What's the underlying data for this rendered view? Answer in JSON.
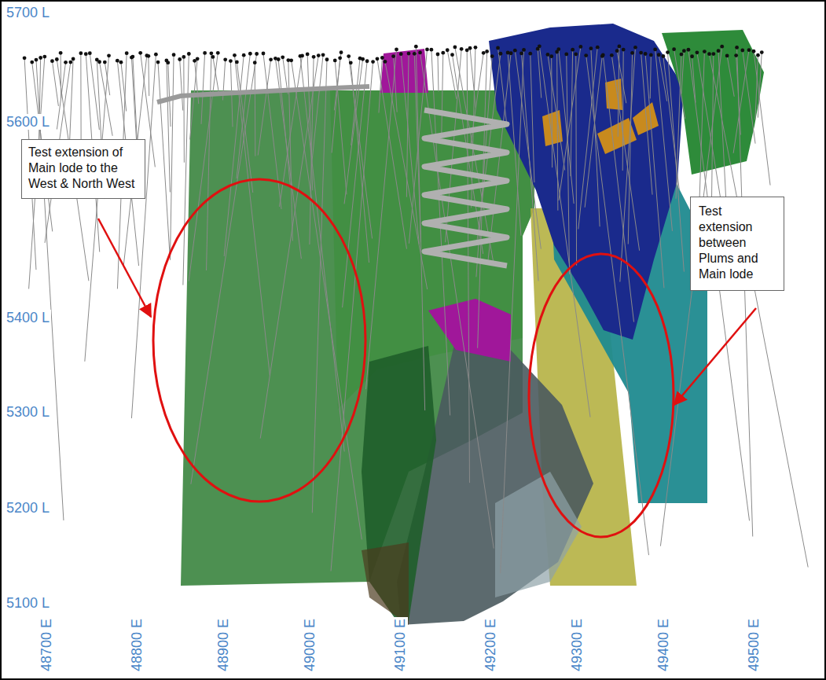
{
  "diagram": {
    "nodes": [
      {
        "text": [
          "Test extension of Main lode to the West & North West"
        ]
      },
      {
        "text": [
          "Test extension between Plums and Main lode"
        ]
      }
    ],
    "labels": [
      "5700 L",
      "5600 L",
      "5400 L",
      "5300 L",
      "5200 L",
      "5100 L",
      "48700 E",
      "48800 E",
      "48900 E",
      "49000 E",
      "49100 E",
      "49200 E",
      "49300 E",
      "49400 E",
      "49500 E"
    ]
  }
}
